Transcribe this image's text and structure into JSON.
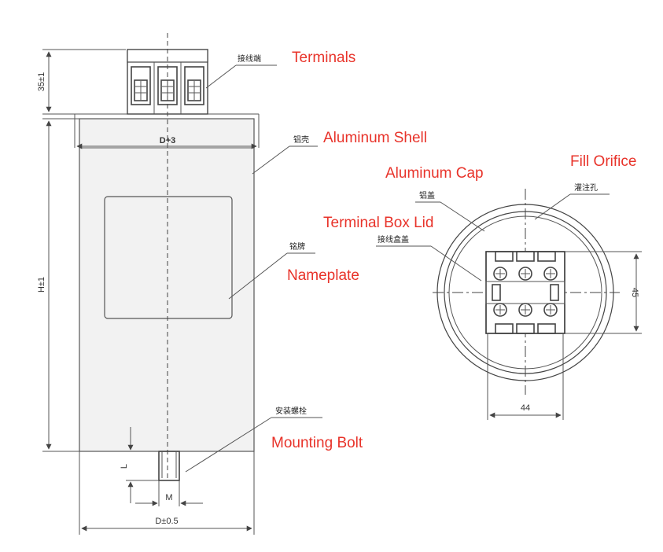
{
  "colors": {
    "label_red": "#e8332a",
    "line": "#555555",
    "body_fill": "#f2f2f2"
  },
  "side_view": {
    "top_height_dim": "35±1",
    "diameter_top_dim": "D+3",
    "height_dim": "H±1",
    "bolt_length_dim": "L",
    "bolt_thread_dim": "M",
    "diameter_bottom_dim": "D±0.5"
  },
  "top_view": {
    "width_dim": "44",
    "height_dim": "45"
  },
  "callouts": {
    "terminals": {
      "zh": "接线端",
      "en": "Terminals"
    },
    "aluminum_shell": {
      "zh": "铝壳",
      "en": "Aluminum Shell"
    },
    "nameplate": {
      "zh": "铭牌",
      "en": "Nameplate"
    },
    "mounting_bolt": {
      "zh": "安装螺栓",
      "en": "Mounting Bolt"
    },
    "aluminum_cap": {
      "zh": "铝盖",
      "en": "Aluminum Cap"
    },
    "fill_orifice": {
      "zh": "灌注孔",
      "en": "Fill Orifice"
    },
    "terminal_box_lid": {
      "zh": "接线盒盖",
      "en": "Terminal Box Lid"
    }
  }
}
